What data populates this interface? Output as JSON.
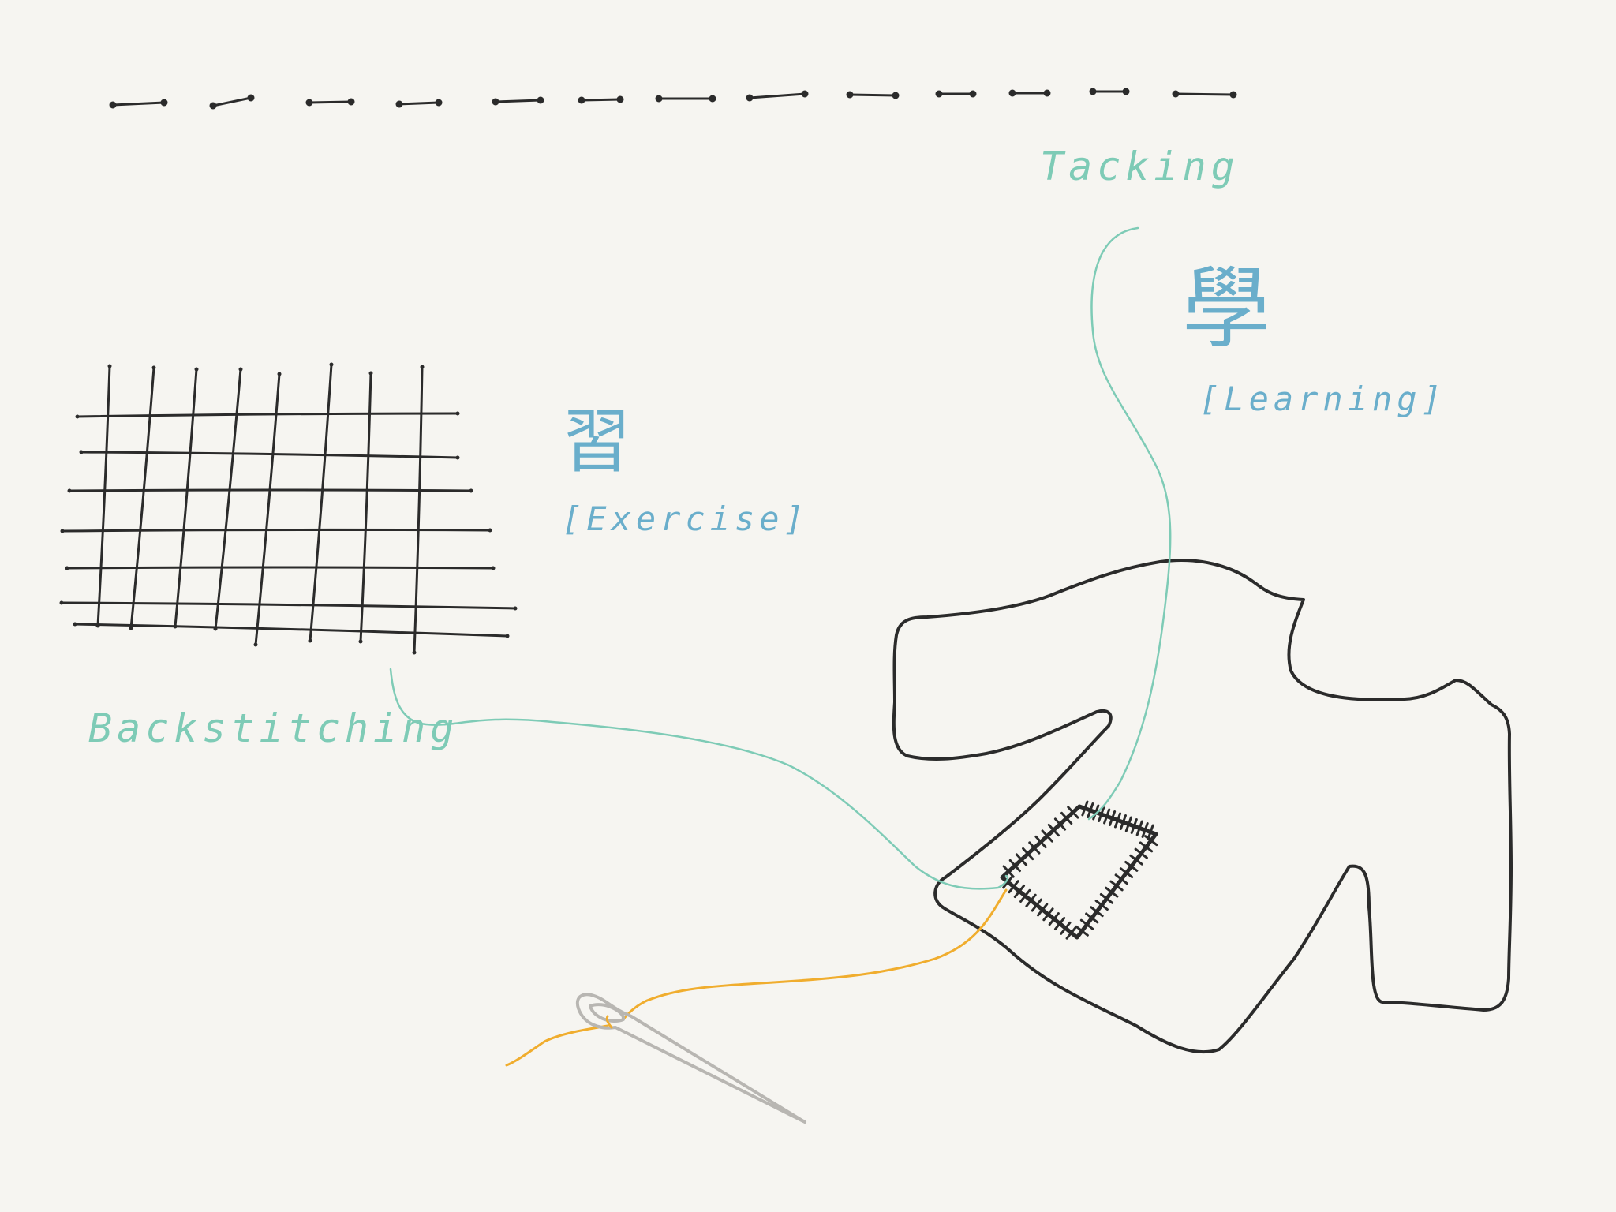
{
  "colors": {
    "background": "#f6f5f1",
    "ink": "#2b2b2b",
    "teal": "#7ecbb6",
    "blue": "#6aaecb",
    "orange": "#f0ad2e",
    "needle": "#b8b6b2"
  },
  "labels": {
    "tacking": "Tacking",
    "backstitching": "Backstitching",
    "exercise_char": "習",
    "exercise_gloss": "[Exercise]",
    "learning_char": "學",
    "learning_gloss": "[Learning]"
  },
  "icons": {
    "dashed_line": "tacking-stitches-icon",
    "grid": "backstitch-grid-icon",
    "fabric": "fabric-shape-icon",
    "patch": "stitched-patch-icon",
    "needle": "needle-icon"
  }
}
